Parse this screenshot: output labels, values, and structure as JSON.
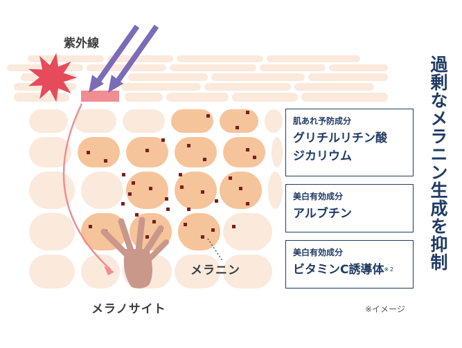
{
  "labels": {
    "uv": "紫外線",
    "melanin": "メラニン",
    "melanocyte": "メラノサイト",
    "image_note": "※イメージ"
  },
  "boxes": [
    {
      "category": "肌あれ予防成分",
      "name_lines": [
        "グリチルリチン酸",
        "ジカリウム"
      ]
    },
    {
      "category": "美白有効成分",
      "name_lines": [
        "アルブチン"
      ]
    },
    {
      "category": "美白有効成分",
      "name_lines": [
        "ビタミンC誘導体"
      ],
      "note": "※２"
    }
  ],
  "vertical_title": "過剰なメラニン生成を抑制",
  "colors": {
    "navy": "#1f3a64",
    "uv_arrow": "#7b6cb8",
    "starburst": "#e64b5c",
    "cell_light": "#fbe9dc",
    "cell_orange": "#f6c49a",
    "melanin_dot": "#7b1e1e",
    "melanocyte": "#c9988a",
    "curve_arrow": "#ee8e92"
  }
}
